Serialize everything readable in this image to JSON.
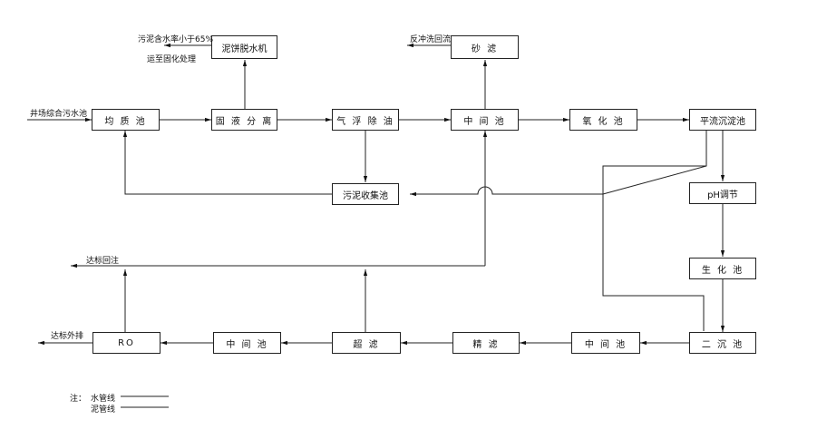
{
  "nodes": {
    "jyc": "均 质 池",
    "xlfl": "固 液 分 离",
    "qfcy": "气 浮 除 油",
    "zjc1": "中 间 池",
    "yh": "氧 化 池",
    "pnny": "平流沉淀池",
    "wnsj": "污泥收集池",
    "wnts": "泥饼脱水机",
    "sl": "砂 滤",
    "ptj": "pH调节",
    "shc": "生 化 池",
    "ec": "二 沉 池",
    "zjc2": "中 间 池",
    "jl": "精 滤",
    "cl": "超 滤",
    "zjc3": "中 间 池",
    "ro": "RO"
  },
  "labels": {
    "inlet": "井场综合污水池",
    "sludge_water": "污泥含水率小于65%",
    "sludge_dispose": "运至固化处理",
    "backwash": "反冲洗回流",
    "reinject": "达标回注",
    "discharge": "达标外排"
  },
  "legend": {
    "note": "注：",
    "water": "水管线",
    "sludge": "泥管线"
  }
}
